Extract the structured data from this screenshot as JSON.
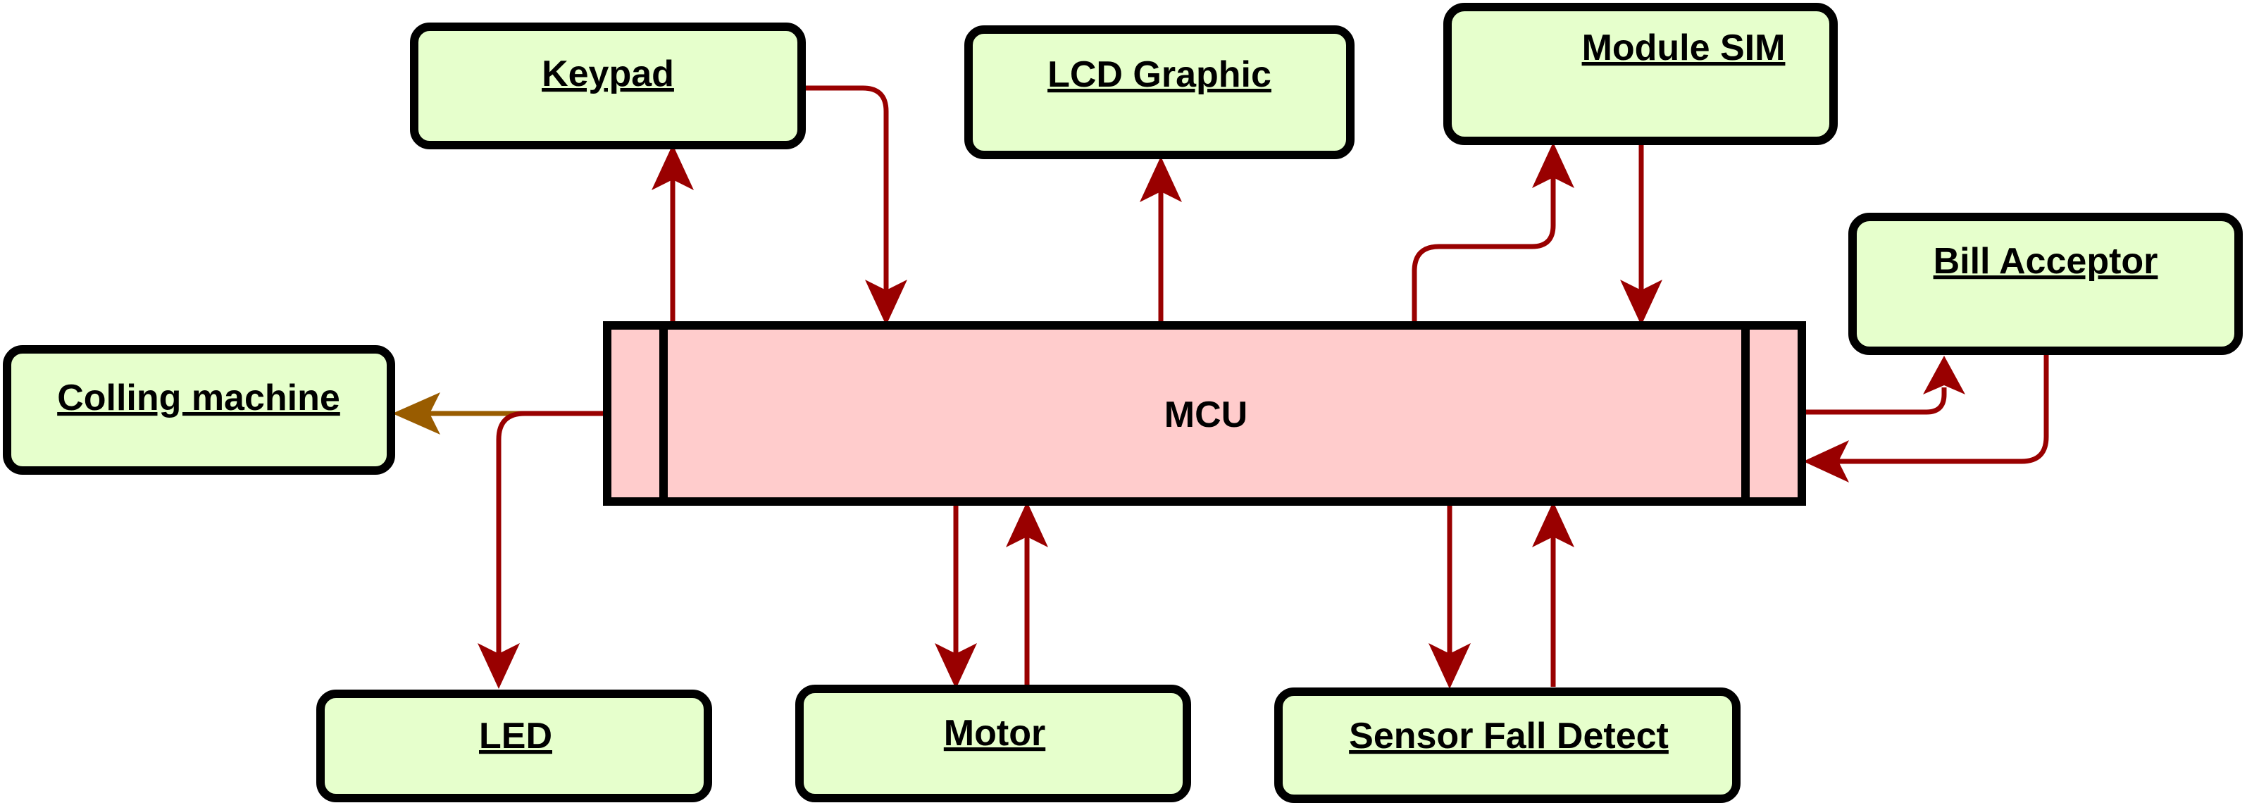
{
  "nodes": {
    "mcu": "MCU",
    "keypad": "Keypad",
    "lcd": "LCD Graphic",
    "sim": "Module SIM",
    "bill": "Bill Acceptor",
    "cooling": "Colling machine",
    "led": "LED",
    "motor": "Motor",
    "sensor": "Sensor Fall Detect"
  },
  "edges": [
    {
      "from": "MCU",
      "to": "Keypad"
    },
    {
      "from": "Keypad",
      "to": "MCU"
    },
    {
      "from": "MCU",
      "to": "LCD Graphic"
    },
    {
      "from": "MCU",
      "to": "Module SIM"
    },
    {
      "from": "Module SIM",
      "to": "MCU"
    },
    {
      "from": "MCU",
      "to": "Bill Acceptor"
    },
    {
      "from": "Bill Acceptor",
      "to": "MCU"
    },
    {
      "from": "MCU",
      "to": "Colling machine"
    },
    {
      "from": "MCU",
      "to": "LED"
    },
    {
      "from": "MCU",
      "to": "Motor"
    },
    {
      "from": "Motor",
      "to": "MCU"
    },
    {
      "from": "MCU",
      "to": "Sensor Fall Detect"
    },
    {
      "from": "Sensor Fall Detect",
      "to": "MCU"
    }
  ],
  "colors": {
    "box_fill": "#e6ffcc",
    "mcu_fill": "#ffcccc",
    "wire": "#990000",
    "wire_cooling": "#995c00",
    "border": "#000000"
  }
}
